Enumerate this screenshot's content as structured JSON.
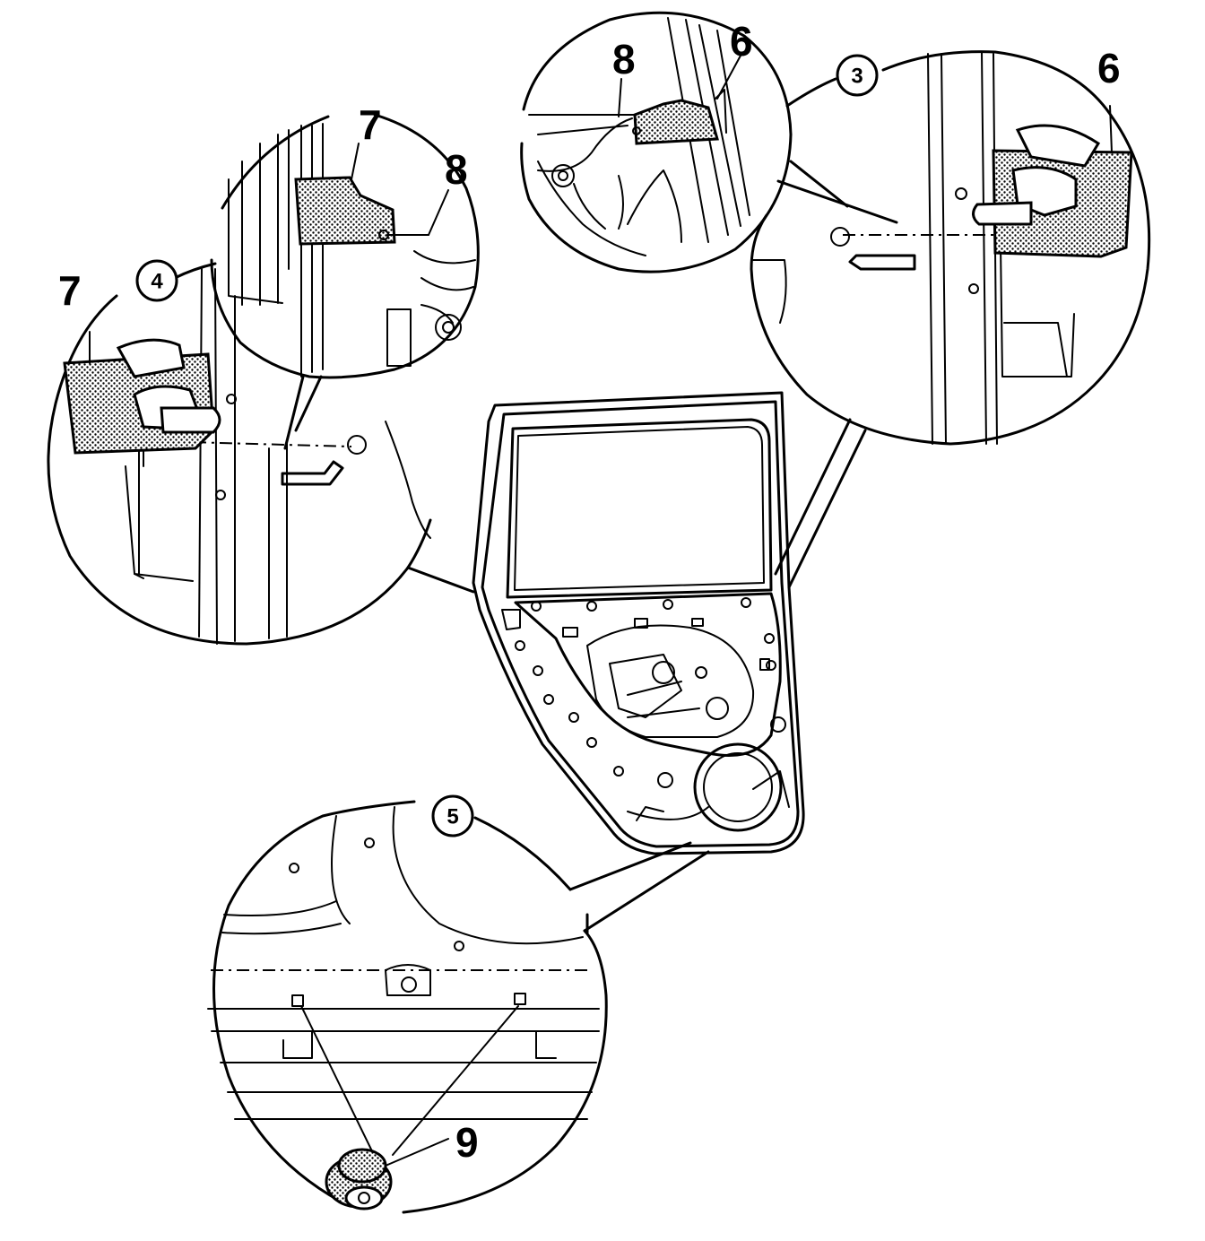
{
  "labels": {
    "detail_circle_3": "3",
    "detail_circle_4": "4",
    "detail_circle_5": "5",
    "callout_6_top": "6",
    "callout_6_right": "6",
    "callout_7_left": "7",
    "callout_7_top": "7",
    "callout_8_left": "8",
    "callout_8_top": "8",
    "callout_9": "9"
  }
}
